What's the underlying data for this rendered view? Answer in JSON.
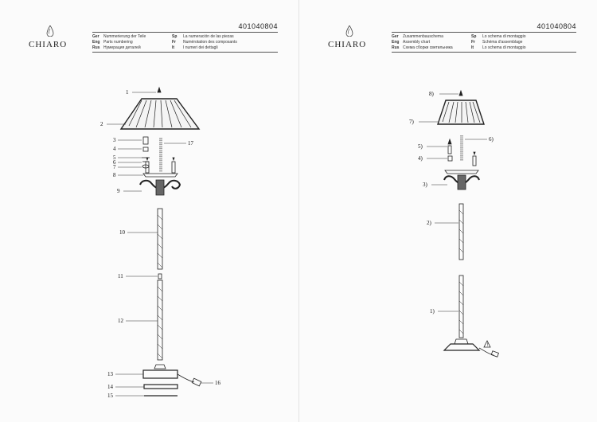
{
  "left": {
    "doc_number": "401040804",
    "brand": "CHIARO",
    "header_col1": [
      {
        "k": "Ger",
        "v": "Nummerierung der Teile"
      },
      {
        "k": "Eng",
        "v": "Parts numbering"
      },
      {
        "k": "Rus",
        "v": "Нумерация деталей"
      }
    ],
    "header_col2": [
      {
        "k": "Sp",
        "v": "La numeración de las piezas"
      },
      {
        "k": "Fr",
        "v": "Numérotation des composants"
      },
      {
        "k": "It",
        "v": "I numeri dei dettagli"
      }
    ],
    "labels": [
      "1",
      "2",
      "3",
      "4",
      "5",
      "6",
      "7",
      "8",
      "9",
      "10",
      "11",
      "12",
      "13",
      "14",
      "15",
      "16",
      "17"
    ]
  },
  "right": {
    "doc_number": "401040804",
    "brand": "CHIARO",
    "header_col1": [
      {
        "k": "Ger",
        "v": "Zusammenbauschema"
      },
      {
        "k": "Eng",
        "v": "Assembly chart"
      },
      {
        "k": "Rus",
        "v": "Схема сборки светильника"
      }
    ],
    "header_col2": [
      {
        "k": "Sp",
        "v": "Lo schema di montaggio"
      },
      {
        "k": "Fr",
        "v": "Schéma d'assemblage"
      },
      {
        "k": "It",
        "v": "Lo schema di montaggio"
      }
    ],
    "labels": [
      "8)",
      "7)",
      "6)",
      "5)",
      "4)",
      "3)",
      "2)",
      "1)"
    ]
  }
}
